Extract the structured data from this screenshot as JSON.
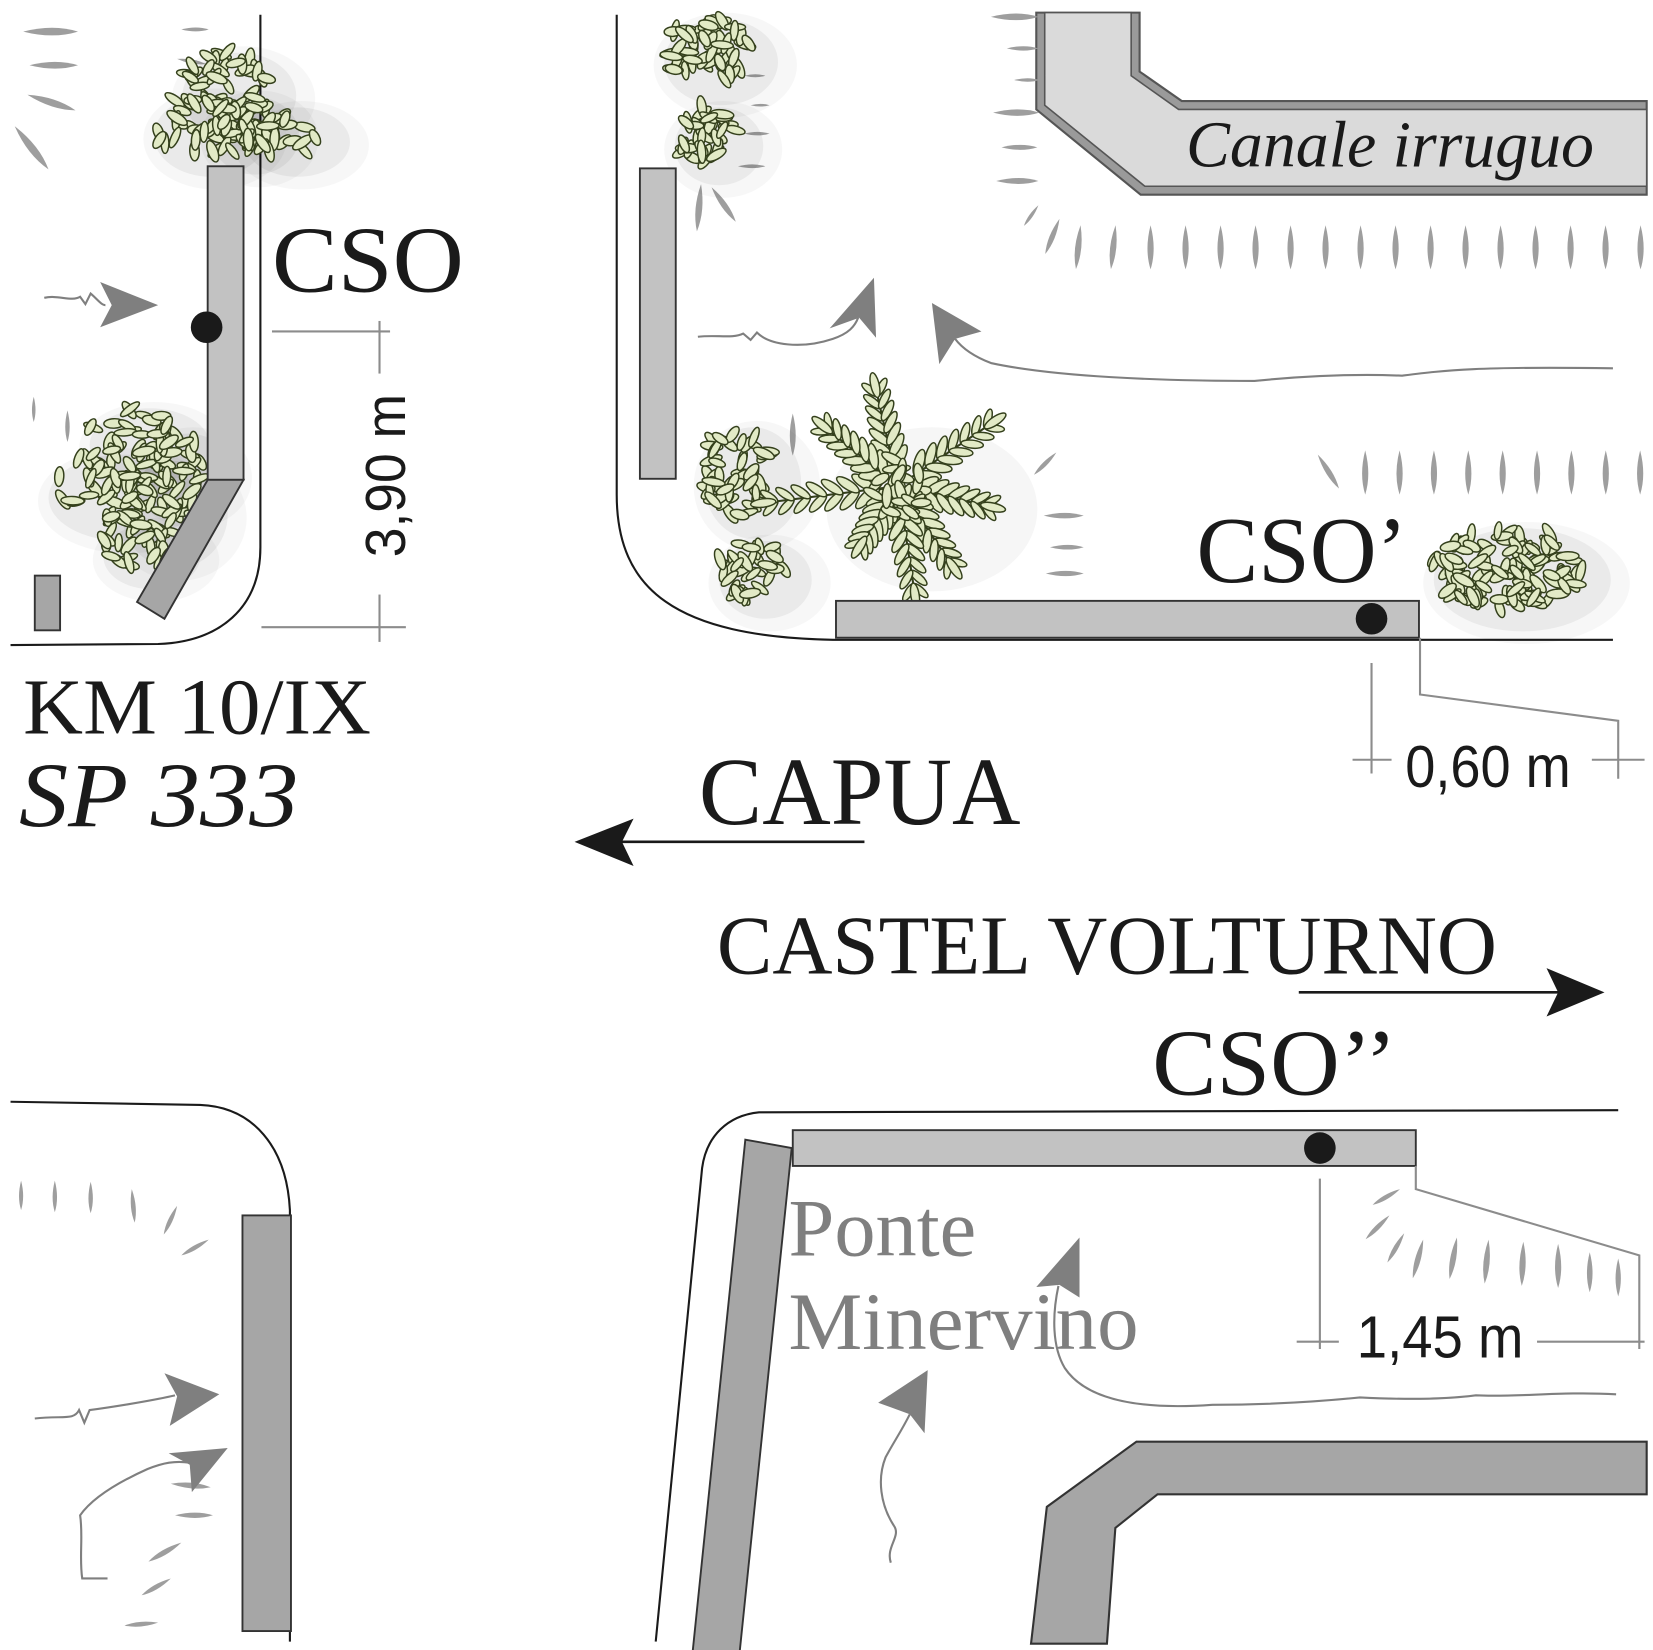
{
  "labels": {
    "cso_north_west": "CSO",
    "dimension_cso": "3,90 m",
    "km_marker": "KM 10/IX",
    "road_name": "SP 333",
    "canal": "Canale irruguo",
    "cso_north_east": "CSO’",
    "dimension_cso_prime": "0,60 m",
    "direction_capua": "CAPUA",
    "direction_castel_volturno": "CASTEL VOLTURNO",
    "cso_south_east": "CSO’’",
    "bridge_line1": "Ponte",
    "bridge_line2": "Minervino",
    "dimension_cso_double_prime": "1,45 m"
  },
  "colors": {
    "ink": "#1a1a1a",
    "bar_light": "#c2c2c2",
    "bar_dark": "#a6a6a6",
    "flow_arrow": "#7f7f7f",
    "grass": "#9e9e9e",
    "dimension": "#8c8c8c",
    "leaf_fill": "#e2eac6",
    "leaf_outline": "#34401c",
    "canal_fill": "#dadada",
    "canal_edge": "#9a9a9a",
    "bridge_label": "#7f7f7f"
  }
}
